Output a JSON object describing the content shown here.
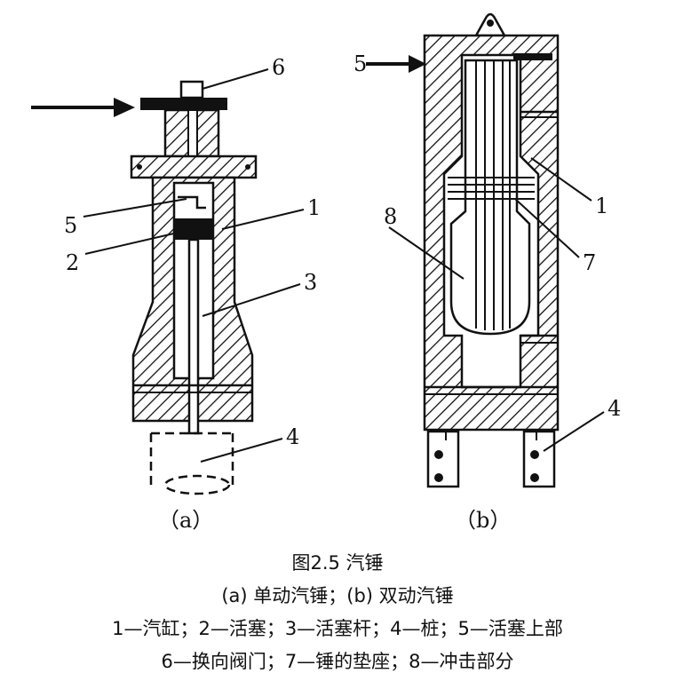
{
  "figure": {
    "panel_a": {
      "label": "（a）",
      "callouts": [
        "6",
        "5",
        "2",
        "1",
        "3",
        "4"
      ]
    },
    "panel_b": {
      "label": "（b）",
      "callouts": [
        "5",
        "8",
        "1",
        "7",
        "4"
      ]
    }
  },
  "caption": {
    "title": "图2.5 汽锤",
    "subtitle": "(a) 单动汽锤；(b) 双动汽锤",
    "legend_line1": "1—汽缸；2—活塞；3—活塞杆；4—桩；5—活塞上部",
    "legend_line2": "6—换向阀门；7—锤的垫座；8—冲击部分"
  }
}
